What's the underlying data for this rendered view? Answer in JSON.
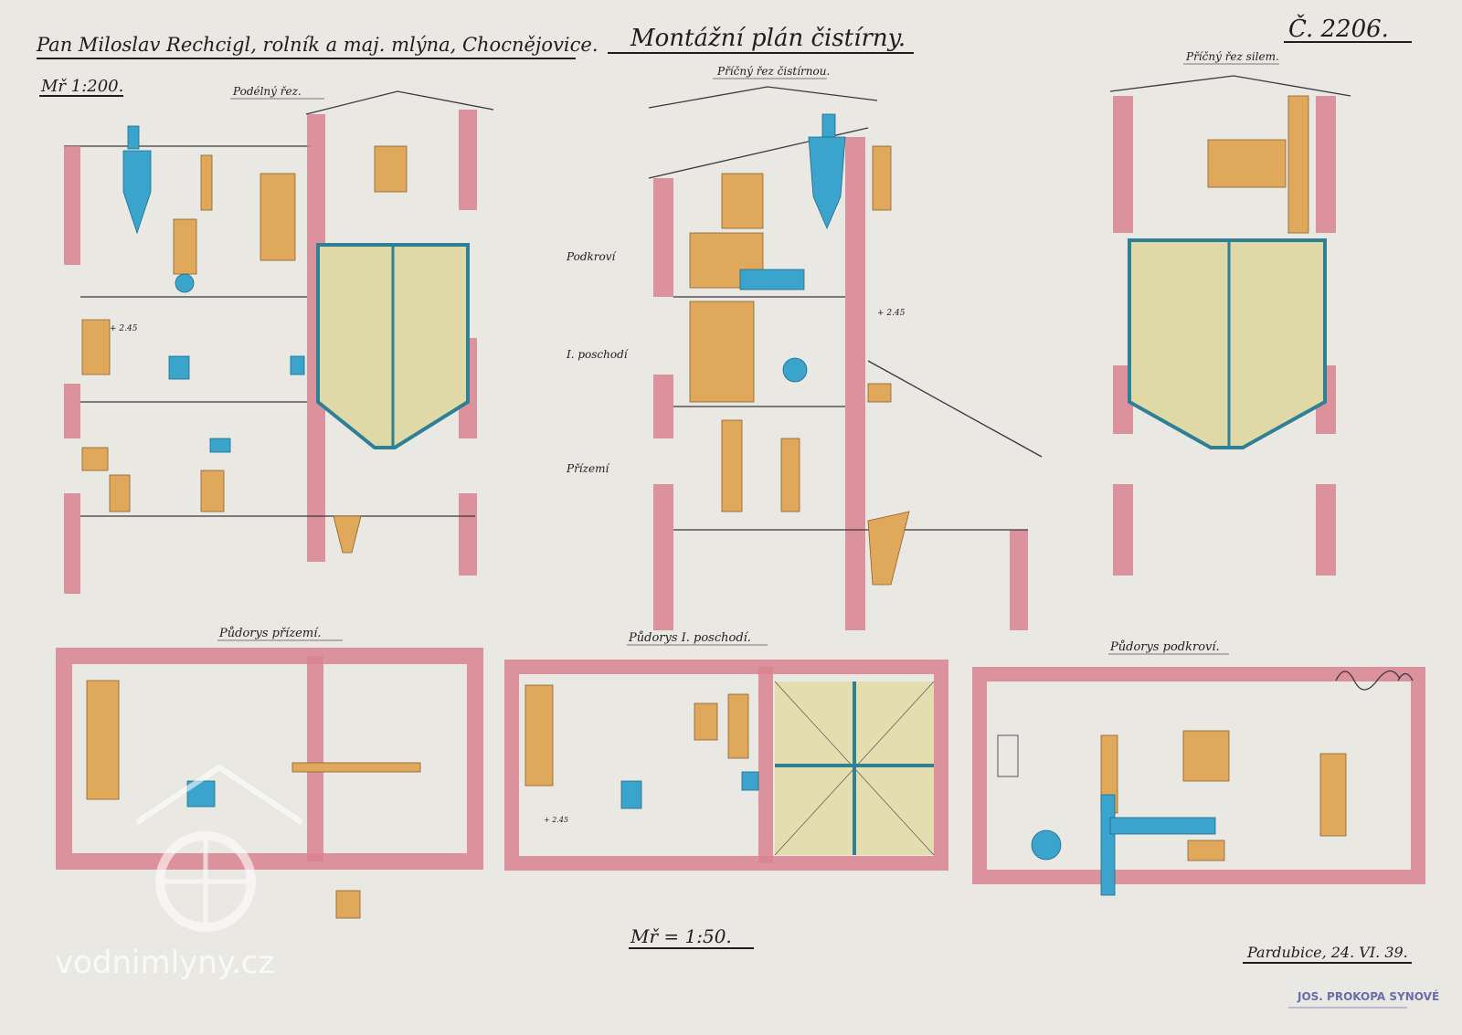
{
  "header": {
    "client": "Pan Miloslav Rechcigl, rolník a maj. mlýna, Chocnějovice.",
    "title": "Montážní plán čistírny.",
    "drawing_number": "Č. 2206.",
    "scale_top": "Mř 1:200."
  },
  "sections": {
    "longitudinal": "Podélný řez.",
    "cross_cleaning": "Příčný řez čistírnou.",
    "cross_silo": "Příčný řez silem."
  },
  "floors": [
    "Podkroví",
    "I. poschodí",
    "Přízemí"
  ],
  "plans": {
    "ground": "Půdorys přízemí.",
    "first": "Půdorys I. poschodí.",
    "attic": "Půdorys podkroví."
  },
  "dimensions": [
    "+ 2.45",
    "+ 2.45",
    "+ 2.45"
  ],
  "footer": {
    "scale": "Mř = 1:50.",
    "place_date": "Pardubice, 24. VI. 39.",
    "stamp": "JOS. PROKOPA SYNOVÉ"
  },
  "watermark": "vodnimlyny.cz",
  "colors": {
    "paper": "#e9e8e2",
    "walls": "#d9838f",
    "silo": "#ded9a6",
    "machines": "#e0a85a",
    "cyclones": "#3aa4cc"
  }
}
